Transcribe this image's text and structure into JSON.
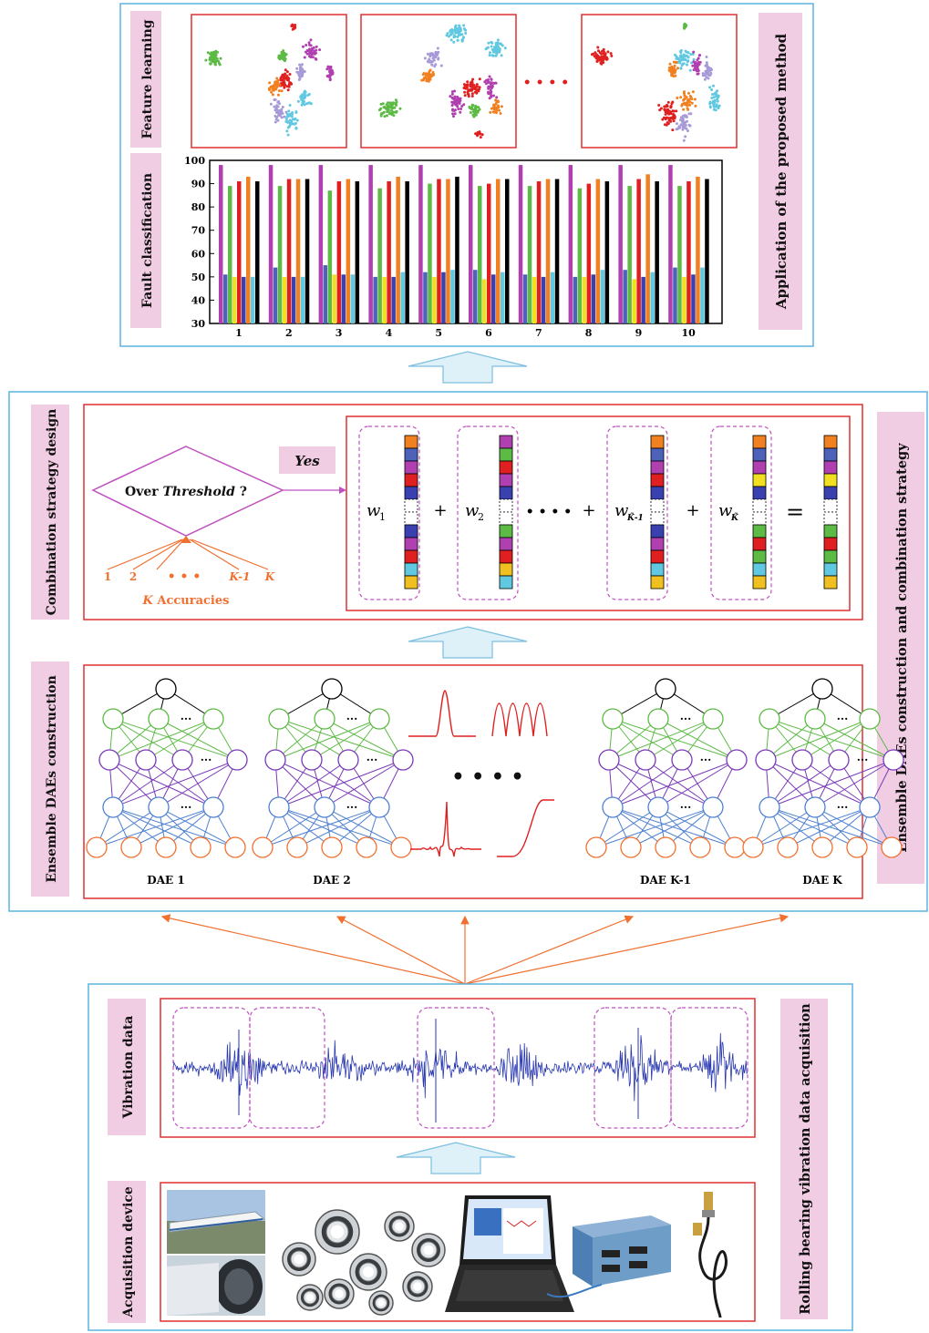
{
  "top_section": {
    "side_label": "Application of the proposed method",
    "feature_learning_label": "Feature learning",
    "fault_classification_label": "Fault classification",
    "ellipsis": "• • • •"
  },
  "chart_data": {
    "type": "bar",
    "categories": [
      "1",
      "2",
      "3",
      "4",
      "5",
      "6",
      "7",
      "8",
      "9",
      "10"
    ],
    "ylim": [
      30,
      100
    ],
    "yticks": [
      30,
      40,
      50,
      60,
      70,
      80,
      90,
      100
    ],
    "colors": [
      "#b040b0",
      "#4d62b8",
      "#5cba45",
      "#f0e020",
      "#e02020",
      "#3a40b0",
      "#f08020",
      "#60c8e0",
      "#000000"
    ],
    "series": [
      {
        "values": [
          98,
          98,
          98,
          98,
          98,
          98,
          98,
          98,
          98,
          98
        ]
      },
      {
        "values": [
          51,
          54,
          55,
          50,
          52,
          53,
          51,
          50,
          53,
          54
        ]
      },
      {
        "values": [
          89,
          89,
          87,
          88,
          90,
          89,
          89,
          88,
          89,
          89
        ]
      },
      {
        "values": [
          50,
          50,
          51,
          50,
          50,
          49,
          50,
          50,
          49,
          50
        ]
      },
      {
        "values": [
          91,
          92,
          91,
          91,
          92,
          90,
          91,
          90,
          92,
          91
        ]
      },
      {
        "values": [
          50,
          50,
          51,
          50,
          52,
          51,
          50,
          51,
          50,
          51
        ]
      },
      {
        "values": [
          93,
          92,
          92,
          93,
          92,
          92,
          92,
          92,
          94,
          93
        ]
      },
      {
        "values": [
          50,
          50,
          51,
          52,
          53,
          52,
          52,
          53,
          52,
          54
        ]
      },
      {
        "values": [
          91,
          92,
          91,
          91,
          93,
          92,
          92,
          91,
          91,
          92
        ]
      }
    ]
  },
  "middle_section": {
    "side_label": "Ensemble DAEs construction and combination strategy",
    "combination_label": "Combination strategy design",
    "construction_label": "Ensemble DAEs construction",
    "threshold_over": "Over",
    "threshold_word": "Threshold",
    "threshold_q": "?",
    "yes_label": "Yes",
    "acc_1": "1",
    "acc_2": "2",
    "acc_dots": "• • •",
    "acc_km1": "K-1",
    "acc_k": "K",
    "accuracies_k": "K",
    "accuracies_label": "Accuracies",
    "weights": [
      "w",
      "w",
      "w",
      "w"
    ],
    "weight_subs": [
      "1",
      "2",
      "K̃-1",
      "K̃"
    ],
    "plus": "+",
    "equals": "=",
    "wdots": "• • • •",
    "dots_big": "• • • •",
    "dae_labels": [
      "DAE 1",
      "DAE 2",
      "DAE K-1",
      "DAE K"
    ],
    "ellipsis_nodes": "···"
  },
  "bottom_section": {
    "side_label": "Rolling bearing vibration data acquisition",
    "vibration_label": "Vibration data",
    "device_label": "Acquisition device"
  },
  "colors": {
    "blue_frame": "#5ab4e0",
    "red_frame": "#e03030",
    "label_bg": "#f1cde3",
    "arrow_fill": "#dff1f8",
    "arrow_stroke": "#7dbfe0",
    "orange": "#f07030",
    "magenta": "#c050c0",
    "signal_blue": "#2838b0"
  }
}
